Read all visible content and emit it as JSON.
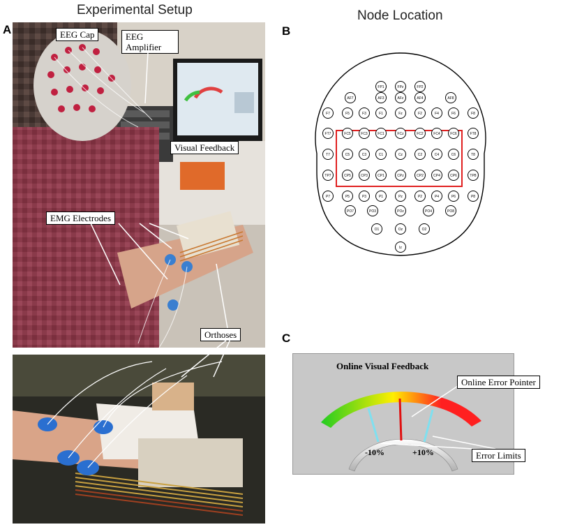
{
  "panels": {
    "setup": {
      "letter": "A",
      "title": "Experimental Setup",
      "labels": {
        "eeg_cap": "EEG Cap",
        "eeg_amp_line1": "EEG",
        "eeg_amp_line2": "Amplifier",
        "visual_feedback": "Visual Feedback",
        "emg_electrodes": "EMG Electrodes",
        "orthoses": "Orthoses"
      }
    },
    "nodes": {
      "letter": "B",
      "title": "Node Location",
      "electrodes": [
        "FPz",
        "FP1",
        "FP2",
        "AF7",
        "AFz",
        "AF3",
        "AF4",
        "AF8",
        "F7",
        "F5",
        "F3",
        "F1",
        "Fz",
        "F2",
        "F4",
        "F6",
        "F8",
        "FT7",
        "FC5",
        "FC3",
        "FC1",
        "FCz",
        "FC2",
        "FC4",
        "FC6",
        "FT8",
        "T7",
        "C5",
        "C3",
        "C1",
        "Cz",
        "C2",
        "C4",
        "C6",
        "T8",
        "TP7",
        "CP5",
        "CP3",
        "CP1",
        "CPz",
        "CP2",
        "CP4",
        "CP6",
        "TP8",
        "P7",
        "P5",
        "P3",
        "P1",
        "Pz",
        "P2",
        "P4",
        "P6",
        "P8",
        "PO7",
        "PO3",
        "POz",
        "PO4",
        "PO8",
        "O1",
        "Oz",
        "O2",
        "Iz"
      ],
      "highlight_color": "#e02020"
    },
    "feedback": {
      "letter": "C",
      "title": "Online Visual Feedback",
      "pointer_label": "Online Error Pointer",
      "limits_label": "Error Limits",
      "minus_label": "-10%",
      "plus_label": "+10%",
      "gradient_colors": [
        "#22cc22",
        "#ffee00",
        "#ff2020"
      ],
      "pointer_color": "#e01010",
      "limit_color": "#7fe0f0"
    }
  }
}
